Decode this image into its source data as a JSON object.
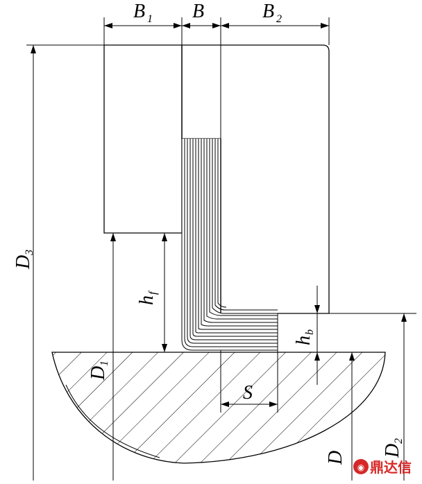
{
  "labels": {
    "b1": "B",
    "b1_sub": "1",
    "b": "B",
    "b2": "B",
    "b2_sub": "2",
    "d3": "D",
    "d3_sub": "3",
    "hf": "h",
    "hf_sub": "f",
    "hb": "h",
    "hb_sub": "b",
    "d1": "D",
    "d1_sub": "1",
    "s": "S",
    "d": "D",
    "d2": "D",
    "d2_sub": "2"
  },
  "watermark": {
    "text": "鼎达信",
    "color": "#d62828"
  }
}
